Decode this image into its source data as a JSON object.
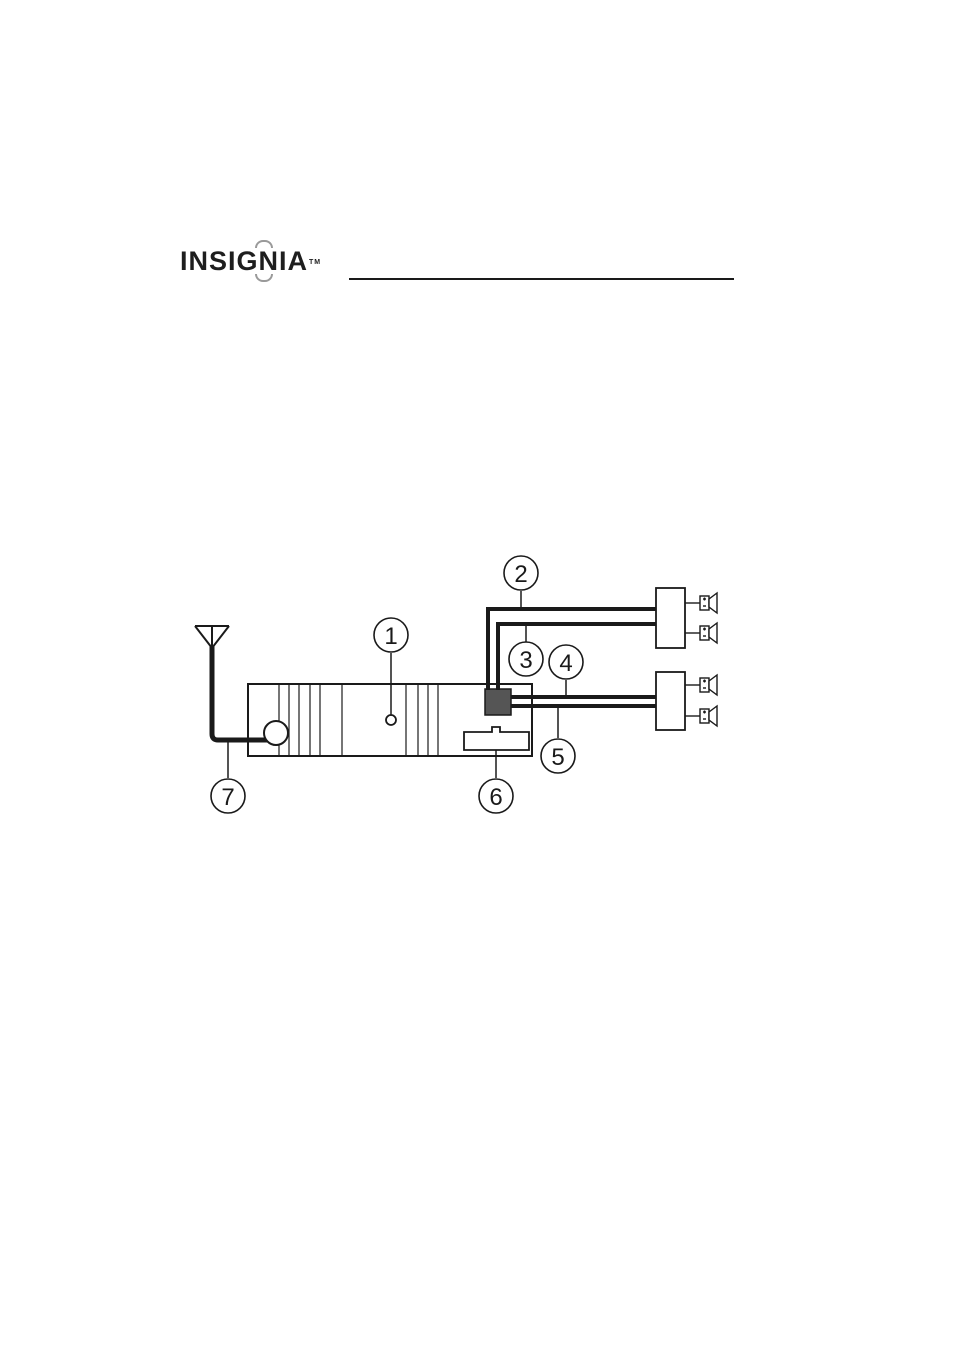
{
  "header": {
    "brand": "INSIGNIA",
    "trademark": "TM"
  },
  "diagram": {
    "callouts": [
      "1",
      "2",
      "3",
      "4",
      "5",
      "6",
      "7"
    ]
  }
}
